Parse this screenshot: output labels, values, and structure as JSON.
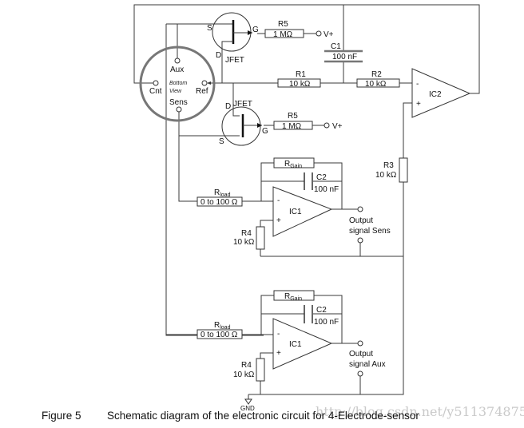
{
  "figure": {
    "number_label": "Figure 5",
    "caption": "Schematic diagram of the electronic circuit for 4-Electrode-sensor",
    "watermark": "http://blog.csdn.net/y511374875"
  },
  "sensor": {
    "view_label_1": "Bottom",
    "view_label_2": "View",
    "pins": {
      "aux": "Aux",
      "cnt": "Cnt",
      "ref": "Ref",
      "sens": "Sens"
    }
  },
  "jfet_top": {
    "label": "JFET",
    "source": "S",
    "drain": "D",
    "gate": "G"
  },
  "jfet_bottom": {
    "label": "JFET",
    "source": "S",
    "drain": "D",
    "gate": "G"
  },
  "components": {
    "r5_top": {
      "name": "R5",
      "value": "1 MΩ"
    },
    "r5_bottom": {
      "name": "R5",
      "value": "1 MΩ"
    },
    "c1": {
      "name": "C1",
      "value": "100 nF"
    },
    "r1": {
      "name": "R1",
      "value": "10 kΩ"
    },
    "r2": {
      "name": "R2",
      "value": "10 kΩ"
    },
    "r3": {
      "name": "R3",
      "value": "10 kΩ"
    },
    "ic2": {
      "name": "IC2",
      "minus": "-",
      "plus": "+"
    },
    "vplus_top": "V+",
    "vplus_bottom": "V+",
    "gnd": "GND"
  },
  "stage_sens": {
    "rgain_main": "R",
    "rgain_sub": "Gain",
    "c2": {
      "name": "C2",
      "value": "100 nF"
    },
    "rload_main": "R",
    "rload_sub": "load",
    "rload_value": "0 to 100 Ω",
    "ic": "IC1",
    "minus": "-",
    "plus": "+",
    "r4": {
      "name": "R4",
      "value": "10 kΩ"
    },
    "output_line1": "Output",
    "output_line2": "signal Sens"
  },
  "stage_aux": {
    "rgain_main": "R",
    "rgain_sub": "Gain",
    "c2": {
      "name": "C2",
      "value": "100 nF"
    },
    "rload_main": "R",
    "rload_sub": "load",
    "rload_value": "0 to 100 Ω",
    "ic": "IC1",
    "minus": "-",
    "plus": "+",
    "r4": {
      "name": "R4",
      "value": "10 kΩ"
    },
    "output_line1": "Output",
    "output_line2": "signal Aux"
  }
}
